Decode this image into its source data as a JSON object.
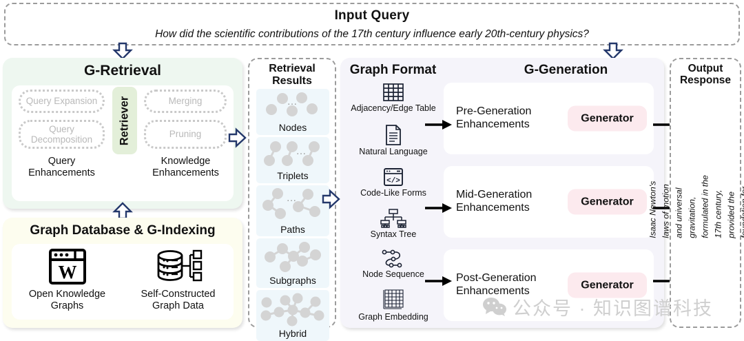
{
  "input_query": {
    "title": "Input Query",
    "text": "How did the scientific contributions of the 17th century influence early 20th-century physics?"
  },
  "g_retrieval": {
    "title": "G-Retrieval",
    "retriever_label": "Retriever",
    "query_enhancements": {
      "label": "Query\nEnhancements",
      "label_line1": "Query",
      "label_line2": "Enhancements",
      "items": [
        {
          "label": "Query Expansion"
        },
        {
          "label": "Query Decomposition"
        }
      ]
    },
    "knowledge_enhancements": {
      "label_line1": "Knowledge",
      "label_line2": "Enhancements",
      "items": [
        {
          "label": "Merging"
        },
        {
          "label": "Pruning"
        }
      ]
    }
  },
  "graph_database": {
    "title": "Graph Database & G-Indexing",
    "items": [
      {
        "icon": "wikipedia-window-icon",
        "label_line1": "Open Knowledge",
        "label_line2": "Graphs"
      },
      {
        "icon": "database-cylinder-icon",
        "label_line1": "Self-Constructed",
        "label_line2": "Graph Data"
      }
    ]
  },
  "retrieval_results": {
    "title_line1": "Retrieval",
    "title_line2": "Results",
    "items": [
      {
        "icon": "nodes-graph-icon",
        "label": "Nodes"
      },
      {
        "icon": "triplets-graph-icon",
        "label": "Triplets"
      },
      {
        "icon": "paths-graph-icon",
        "label": "Paths"
      },
      {
        "icon": "subgraphs-graph-icon",
        "label": "Subgraphs"
      },
      {
        "icon": "hybrid-graph-icon",
        "label": "Hybrid"
      }
    ]
  },
  "graph_format": {
    "title": "Graph Format",
    "items": [
      {
        "icon": "table-grid-icon",
        "label": "Adjacency/Edge Table"
      },
      {
        "icon": "document-text-icon",
        "label": "Natural Language"
      },
      {
        "icon": "code-window-icon",
        "label": "Code-Like Forms"
      },
      {
        "icon": "syntax-tree-icon",
        "label": "Syntax Tree"
      },
      {
        "icon": "node-sequence-icon",
        "label": "Node Sequence"
      },
      {
        "icon": "matrix-embedding-icon",
        "label": "Graph Embedding"
      }
    ]
  },
  "g_generation": {
    "title": "G-Generation",
    "rows": [
      {
        "enhancement_line1": "Pre-Generation",
        "enhancement_line2": "Enhancements",
        "generator_label": "Generator"
      },
      {
        "enhancement_line1": "Mid-Generation",
        "enhancement_line2": "Enhancements",
        "generator_label": "Generator"
      },
      {
        "enhancement_line1": "Post-Generation",
        "enhancement_line2": "Enhancements",
        "generator_label": "Generator"
      }
    ]
  },
  "output_response": {
    "title_line1": "Output",
    "title_line2": "Response",
    "text": "Isaac Newton's laws of motion and universal gravitation, formulated in the 17th century, provided the foundation for classical ..."
  },
  "watermark": {
    "text": "公众号 · 知识图谱科技"
  },
  "colors": {
    "retrieval_panel": "#eef7f0",
    "retriever_box": "#e3efd9",
    "graph_db_panel": "#fdfdef",
    "results_card": "#eff7fb",
    "format_gen_panel": "#f5f4fa",
    "generator_chip": "#fceaee",
    "arrow_outline": "#24386b",
    "arrow_solid": "#000000",
    "dashed_border": "#9b9b9b",
    "dotted_pill": "#c9c9c9",
    "node_fill": "#d4d4d4"
  }
}
